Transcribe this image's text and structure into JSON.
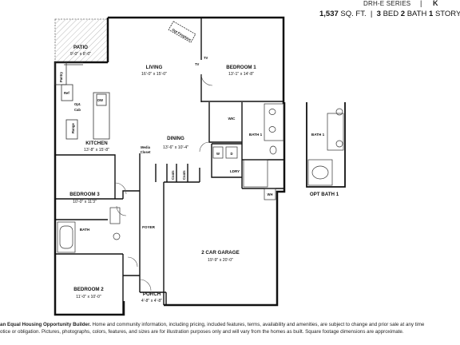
{
  "header": {
    "series": "DRH-E SERIES",
    "series_sep": "|",
    "series_letter": "K",
    "sqft_value": "1,537",
    "sqft_unit": "SQ. FT.",
    "sep": "|",
    "beds_value": "3",
    "beds_unit": "BED",
    "baths_value": "2",
    "baths_unit": "BATH",
    "story_value": "1",
    "story_unit": "STORY"
  },
  "rooms": {
    "patio": {
      "name": "PATIO",
      "dim": "9'-0\" x 8'-0\""
    },
    "living": {
      "name": "LIVING",
      "dim": "16'-0\" x 15'-0\""
    },
    "bedroom1": {
      "name": "BEDROOM 1",
      "dim": "13'-1\" x 14'-8\""
    },
    "kitchen": {
      "name": "KITCHEN",
      "dim": "13'-8\" x 15'-8\""
    },
    "dining": {
      "name": "DINING",
      "dim": "13'-6\" x 10'-4\""
    },
    "bedroom3": {
      "name": "BEDROOM 3",
      "dim": "10'-0\" x 11'3\""
    },
    "bedroom2": {
      "name": "BEDROOM 2",
      "dim": "11'-0\" x 10'-0\""
    },
    "garage": {
      "name": "2 CAR GARAGE",
      "dim": "19'-9\" x 20'-0\""
    },
    "porch": {
      "name": "PORCH",
      "dim": "4'-8\" x 4'-8\""
    },
    "foyer": {
      "name": "FOYER"
    },
    "bath": {
      "name": "BATH"
    },
    "bath1": {
      "name": "BATH 1"
    },
    "opt_bath1_inner": {
      "name": "BATH 1"
    },
    "opt_bath1": {
      "name": "OPT BATH 1"
    },
    "wic": {
      "name": "WIC"
    },
    "ldry": {
      "name": "LDRY"
    }
  },
  "fixtures": {
    "pantry": "Pantry",
    "ref": "Ref",
    "opt": "Opt.",
    "cab": "Cab",
    "dw": "DW",
    "range": "Range",
    "tv1": "TV",
    "tv2": "TV",
    "fireplace": "Opt Fireplace",
    "media_closet_1": "Media",
    "media_closet_2": "Closet",
    "coats1": "Coats",
    "coats2": "Coats",
    "washer": "W",
    "dryer": "D",
    "wh": "WH"
  },
  "disclaimer": {
    "line1_bold": "an Equal Housing Opportunity Builder.",
    "line1": " Home and community information, including pricing, included features, terms, availability and amenities, are subject to change and prior sale at any time",
    "line2": "otice or obligation. Pictures, photographs, colors, features, and sizes are for illustration purposes only and will vary from the homes as built. Square footage dimensions are approximate."
  }
}
